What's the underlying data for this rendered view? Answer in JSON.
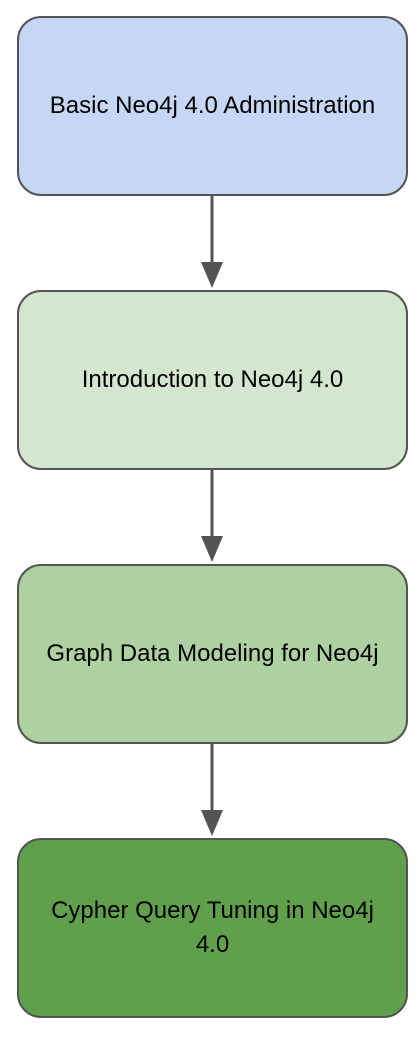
{
  "colors": {
    "border": "#545454",
    "arrow": "#545454",
    "node_1_fill": "#c5d7f5",
    "node_2_fill": "#d5e6d0",
    "node_3_fill": "#add1a0",
    "node_4_fill": "#61a04b"
  },
  "nodes": [
    {
      "label": "Basic Neo4j 4.0 Administration",
      "fill": "#c5d7f5"
    },
    {
      "label": "Introduction to Neo4j 4.0",
      "fill": "#d5e6d0"
    },
    {
      "label": "Graph Data Modeling for Neo4j",
      "fill": "#add1a0"
    },
    {
      "label": "Cypher Query Tuning in Neo4j 4.0",
      "fill": "#61a04b"
    }
  ],
  "edges": [
    {
      "from": 0,
      "to": 1
    },
    {
      "from": 1,
      "to": 2
    },
    {
      "from": 2,
      "to": 3
    }
  ]
}
